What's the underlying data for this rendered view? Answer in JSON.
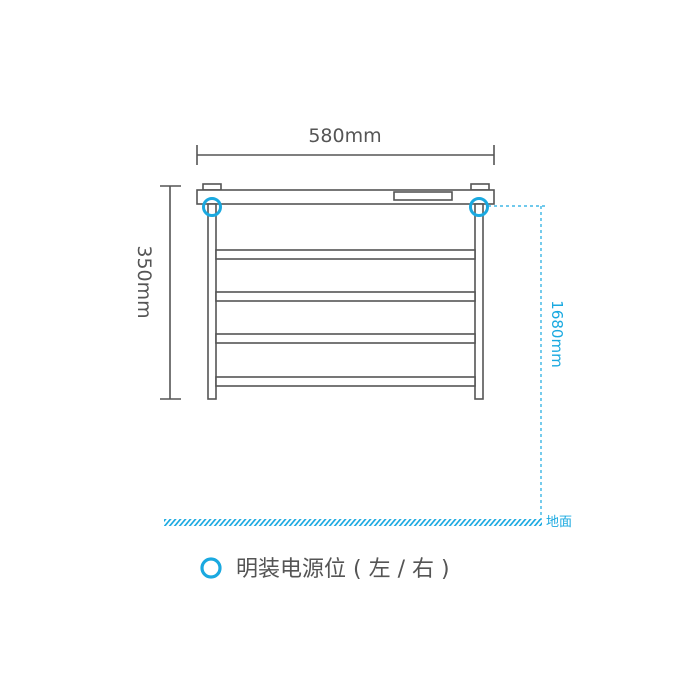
{
  "dimensions": {
    "width_label": "580mm",
    "height_label": "350mm",
    "mount_height_label": "1680mm"
  },
  "floor_label": "地面",
  "legend": {
    "icon": "circle-outline-icon",
    "label": "明装电源位 ( 左 / 右 )"
  },
  "colors": {
    "line": "#555555",
    "accent": "#1aa9e0"
  }
}
